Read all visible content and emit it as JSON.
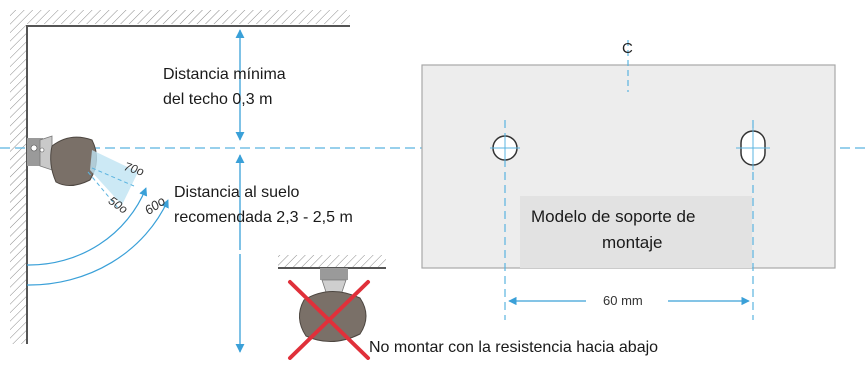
{
  "labels": {
    "ceiling_distance_line1": "Distancia mínima",
    "ceiling_distance_line2": "del techo 0,3 m",
    "floor_distance_line1": "Distancia al suelo",
    "floor_distance_line2": "recomendada 2,3 - 2,5 m",
    "template_line1": "Modelo de soporte de",
    "template_line2": "montaje",
    "hole_spacing": "60 mm",
    "center_mark": "C",
    "warning": "No montar con la resistencia hacia abajo"
  },
  "angles": [
    "70o",
    "60o",
    "50o"
  ],
  "colors": {
    "dimension_line": "#3aa0d8",
    "guide_line": "#5bb4e0",
    "template_fill": "#ededed",
    "template_border": "#a8a8a8",
    "label_box": "#e2e2e2",
    "heater_body": "#7a7068",
    "hatch": "#8a8a8a",
    "warning_cross": "#e0303a"
  }
}
